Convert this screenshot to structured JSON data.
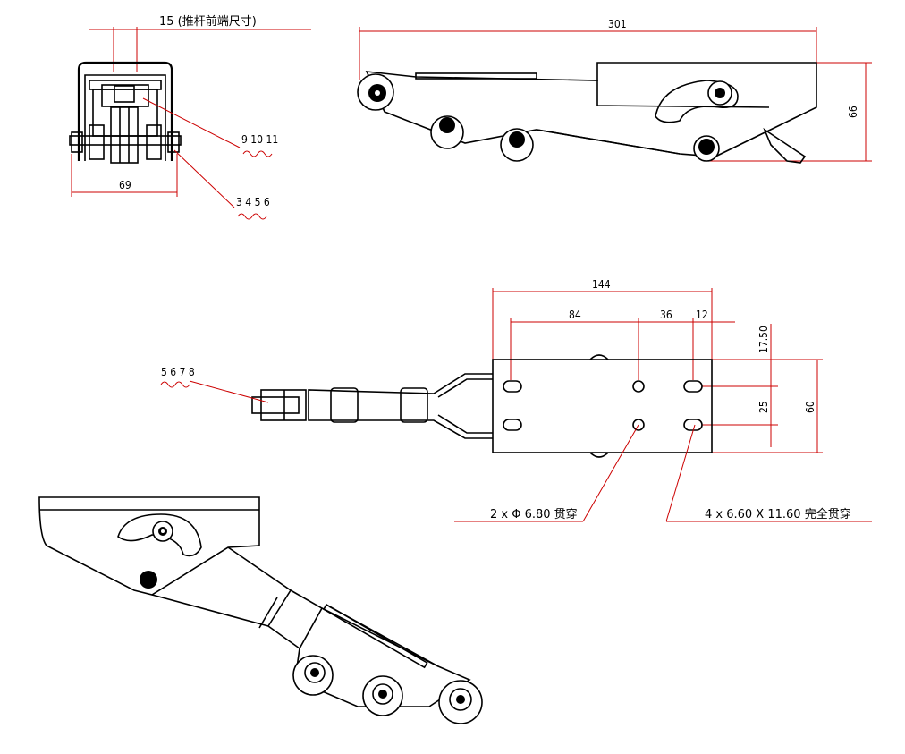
{
  "front_view": {
    "note_15": "15 (推杆前端尺寸)",
    "dim_width": "69",
    "callout_a": "9 10 11",
    "callout_b": "3 4 5 6"
  },
  "side_view": {
    "dim_length": "301",
    "dim_height": "66"
  },
  "top_view": {
    "dim_144": "144",
    "dim_84": "84",
    "dim_36": "36",
    "dim_12": "12",
    "dim_17_50": "17.50",
    "dim_25": "25",
    "dim_60": "60",
    "callout_c": "5 6 7 8",
    "hole_note_round": "2 x Φ 6.80 贯穿",
    "hole_note_slot": "4 x 6.60 X 11.60 完全贯穿"
  },
  "colors": {
    "line": "#000000",
    "dimension": "#cc0000",
    "background": "#ffffff"
  }
}
